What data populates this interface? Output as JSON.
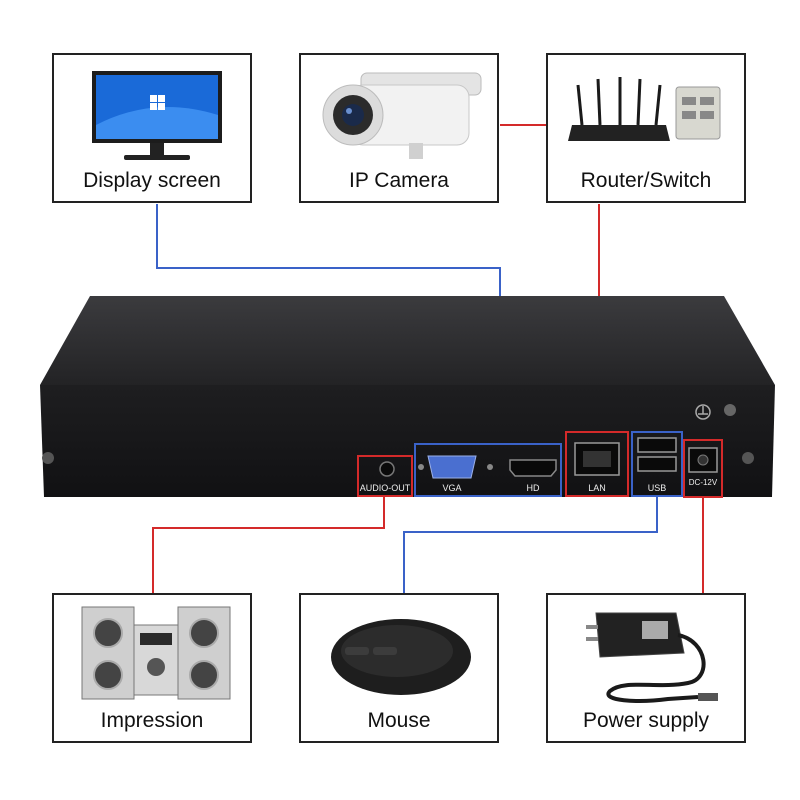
{
  "devices_top": [
    {
      "label": "Display screen",
      "icon": "monitor-icon"
    },
    {
      "label": "IP Camera",
      "icon": "bullet-camera-icon"
    },
    {
      "label": "Router/Switch",
      "icon": "router-icon"
    }
  ],
  "devices_bottom": [
    {
      "label": "Impression",
      "icon": "speaker-system-icon"
    },
    {
      "label": "Mouse",
      "icon": "mouse-icon"
    },
    {
      "label": "Power supply",
      "icon": "power-adapter-icon"
    }
  ],
  "ports": {
    "audio_out": "AUDIO-OUT",
    "vga": "VGA",
    "hd": "HD",
    "lan": "LAN",
    "usb": "USB",
    "dc": "DC-12V"
  },
  "colors": {
    "red_wire": "#d42a2a",
    "blue_wire": "#3a62c8",
    "nvr_body": "#1c1c1e"
  }
}
